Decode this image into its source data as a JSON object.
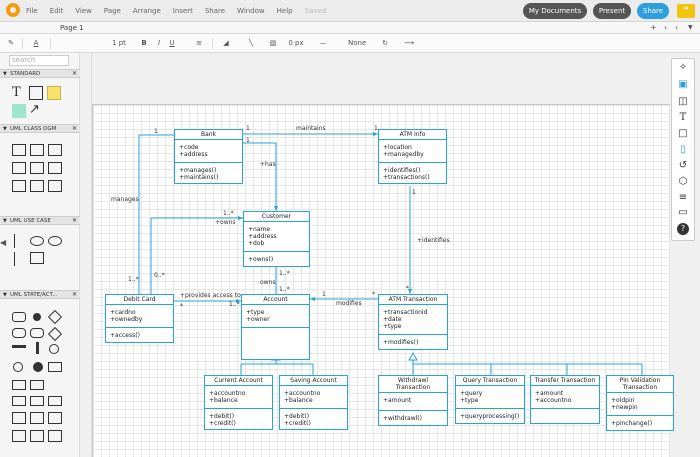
{
  "menu": [
    "File",
    "Edit",
    "View",
    "Page",
    "Arrange",
    "Insert",
    "Share",
    "Window",
    "Help"
  ],
  "saved_label": "Saved",
  "buttons": {
    "my_documents": "My Documents",
    "present": "Present",
    "share": "Share"
  },
  "page_tab": "Page 1",
  "toolbar": {
    "line_width": "1 pt",
    "bold": "B",
    "italic": "I",
    "underline": "U",
    "spacing": "0 px",
    "endpoint": "None"
  },
  "search": {
    "placeholder": "search"
  },
  "libraries": [
    {
      "title": "STANDARD"
    },
    {
      "title": "UML CLASS DGM"
    },
    {
      "title": "UML USE CASE"
    },
    {
      "title": "UML STATE/ACT..."
    }
  ],
  "classes": {
    "bank": {
      "name": "Bank",
      "attrs": [
        "+code",
        "+address"
      ],
      "ops": [
        "+manages()",
        "+maintains()"
      ]
    },
    "atminfo": {
      "name": "ATM Info",
      "attrs": [
        "+location",
        "+managedby"
      ],
      "ops": [
        "+identifies()",
        "+transactions()"
      ]
    },
    "customer": {
      "name": "Customer",
      "attrs": [
        "+name",
        "+address",
        "+dob"
      ],
      "ops": [
        "+owns()"
      ]
    },
    "debitcard": {
      "name": "Debit Card",
      "attrs": [
        "+cardno",
        "+ownedby"
      ],
      "ops": [
        "+access()"
      ]
    },
    "account": {
      "name": "Account",
      "attrs": [
        "+type",
        "+owner"
      ],
      "ops": [
        ""
      ]
    },
    "atmtrans": {
      "name": "ATM Transaction",
      "attrs": [
        "+transactionid",
        "+date",
        "+type"
      ],
      "ops": [
        "+modifies()"
      ]
    },
    "current": {
      "name": "Current Account",
      "attrs": [
        "+accountno",
        "+balance"
      ],
      "ops": [
        "+debit()",
        "+credit()"
      ]
    },
    "saving": {
      "name": "Saving Account",
      "attrs": [
        "+accountno",
        "+balance"
      ],
      "ops": [
        "+debit()",
        "+credit()"
      ]
    },
    "withdrawl": {
      "name": "Withdrawl Transaction",
      "attrs": [
        "+amount"
      ],
      "ops": [
        "+withdrawl()"
      ]
    },
    "query": {
      "name": "Query Transaction",
      "attrs": [
        "+query",
        "+type"
      ],
      "ops": [
        "+queryprocessing()"
      ]
    },
    "transfer": {
      "name": "Transfer Transaction",
      "attrs": [
        "+amount",
        "+accountno"
      ],
      "ops": [
        ""
      ]
    },
    "pin": {
      "name": "Pin Validation Transaction",
      "attrs": [
        "+oldpin",
        "+newpin"
      ],
      "ops": [
        "+pinchange()"
      ]
    }
  },
  "labels": {
    "maintains": "maintains",
    "has": "+has",
    "manages": "manages",
    "owns_customer": "+owns",
    "identifies": "+identifies",
    "owns": "owns",
    "provides": "+provides access to",
    "modifies": "modifies",
    "m1": "1",
    "mstar": "*",
    "m1star": "1..*",
    "m0star": "0..*"
  },
  "colors": {
    "accent": "#29a3d5",
    "dark_button": "#555555",
    "share_button": "#2e9fdc",
    "logo": "#f39c12"
  }
}
